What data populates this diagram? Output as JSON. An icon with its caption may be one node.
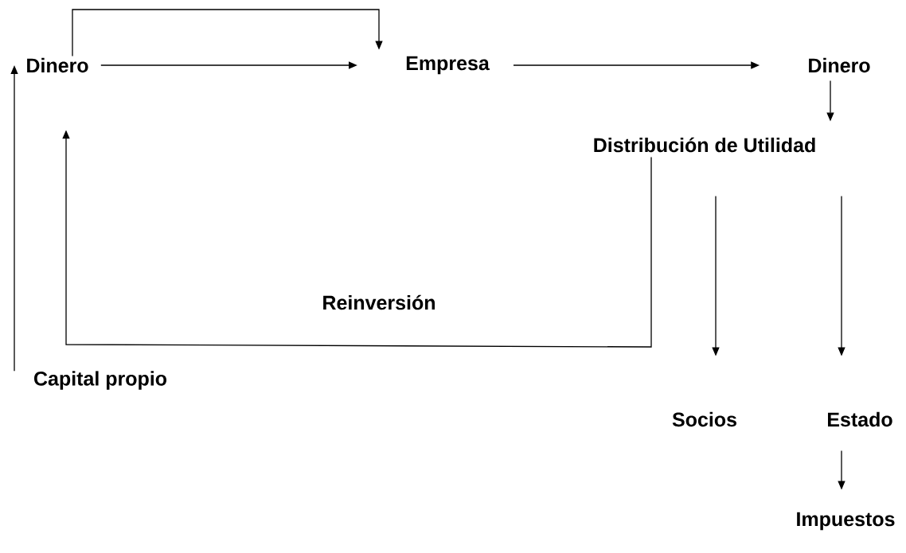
{
  "diagram": {
    "nodes": [
      {
        "text": [
          "Dinero"
        ]
      },
      {
        "text": [
          "Empresa"
        ]
      },
      {
        "text": [
          "Dinero"
        ]
      },
      {
        "text": [
          "Distribución de Utilidad"
        ]
      },
      {
        "text": [
          "Capital propio"
        ]
      },
      {
        "text": [
          "Socios"
        ]
      },
      {
        "text": [
          "Estado"
        ]
      },
      {
        "text": [
          "Impuestos"
        ]
      }
    ],
    "edges": [
      {
        "from": 0,
        "to": 1,
        "arrow": "to"
      },
      {
        "from": 0,
        "to": 1,
        "arrow": "to"
      },
      {
        "from": 1,
        "to": 2,
        "arrow": "to"
      },
      {
        "from": 2,
        "to": 3,
        "arrow": "to"
      },
      {
        "from": 3,
        "to": 5,
        "arrow": "to"
      },
      {
        "from": 3,
        "to": 6,
        "arrow": "to"
      },
      {
        "from": 3,
        "to": 0,
        "arrow": "to",
        "label": "Reinversión"
      },
      {
        "from": 4,
        "to": 0,
        "arrow": "to"
      },
      {
        "from": 6,
        "to": 7,
        "arrow": "to"
      }
    ]
  }
}
